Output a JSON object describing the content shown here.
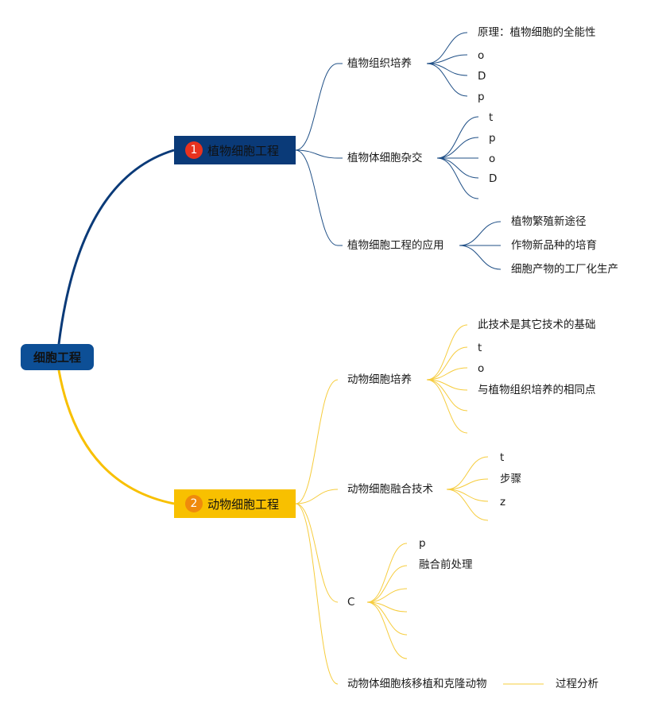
{
  "root": {
    "label": "细胞工程"
  },
  "branches": [
    {
      "number": "1",
      "label": "植物细胞工程",
      "color": "#0a3a78",
      "children": [
        {
          "label": "植物组织培养",
          "leaves": [
            "原理：植物细胞的全能性",
            "o",
            "D",
            "p"
          ]
        },
        {
          "label": "植物体细胞杂交",
          "leaves": [
            "t",
            "p",
            "o",
            "D",
            ""
          ]
        },
        {
          "label": "植物细胞工程的应用",
          "leaves": [
            "植物繁殖新途径",
            "作物新品种的培育",
            "细胞产物的工厂化生产"
          ]
        }
      ]
    },
    {
      "number": "2",
      "label": "动物细胞工程",
      "color": "#f8c000",
      "children": [
        {
          "label": "动物细胞培养",
          "leaves": [
            "此技术是其它技术的基础",
            "t",
            "o",
            "与植物组织培养的相同点",
            "",
            ""
          ]
        },
        {
          "label": "动物细胞融合技术",
          "leaves": [
            "t",
            "步骤",
            "z",
            ""
          ]
        },
        {
          "label": "C",
          "leaves": [
            "p",
            "融合前处理",
            "",
            "",
            "",
            ""
          ]
        },
        {
          "label": "动物体细胞核移植和克隆动物",
          "leaves": [
            "过程分析"
          ]
        }
      ]
    }
  ]
}
